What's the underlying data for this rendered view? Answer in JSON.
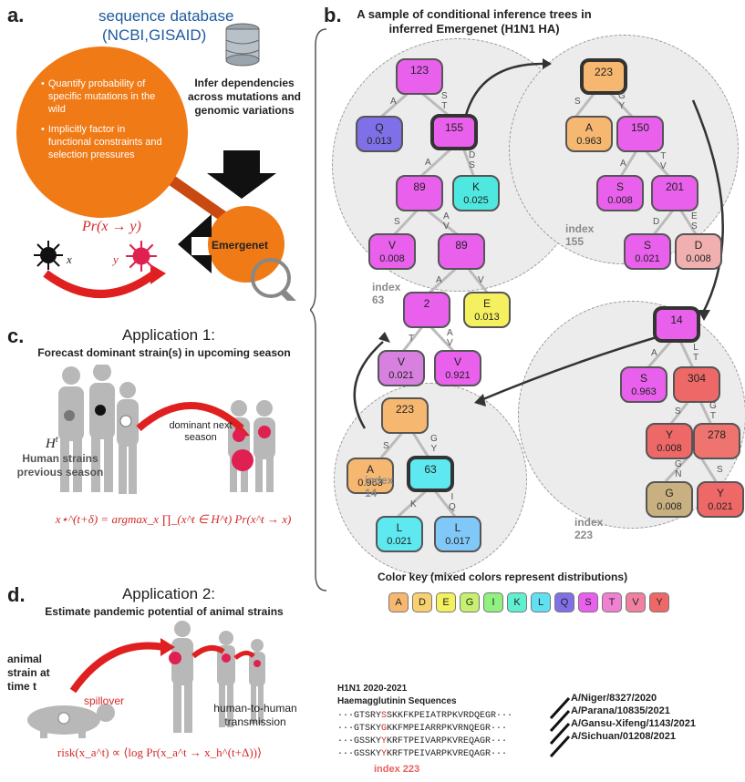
{
  "panel_a": {
    "label": "a.",
    "database_title": "sequence database",
    "database_sub": "(NCBI,GISAID)",
    "infer_text": "Infer dependencies across mutations and genomic variations",
    "bullets": [
      "Quantify probability of specific mutations in the wild",
      "Implicitly factor in functional constraints and selection pressures"
    ],
    "emergenet_label": "Emergenet",
    "formula": "Pr(x → y)",
    "x_label": "x",
    "y_label": "y",
    "colors": {
      "orange": "#f07a16",
      "red": "#e02020"
    }
  },
  "panel_b": {
    "label": "b.",
    "title": "A sample of conditional inference trees in inferred Emergenet (H1N1 HA)",
    "trees": [
      {
        "index_label": "index\n63",
        "nodes": [
          {
            "id": "123",
            "text": "123",
            "value": "",
            "color": "#e860ec",
            "bold": false
          },
          {
            "id": "Q",
            "text": "Q",
            "value": "0.013",
            "color": "#8070e8",
            "bold": false
          },
          {
            "id": "155",
            "text": "155",
            "value": "",
            "color": "#e860ec",
            "bold": true
          },
          {
            "id": "89a",
            "text": "89",
            "value": "",
            "color": "#e860ec",
            "bold": false
          },
          {
            "id": "K",
            "text": "K",
            "value": "0.025",
            "color": "#4fe8e0",
            "bold": false
          },
          {
            "id": "V1",
            "text": "V",
            "value": "0.008",
            "color": "#e860ec",
            "bold": false
          },
          {
            "id": "89b",
            "text": "89",
            "value": "",
            "color": "#e860ec",
            "bold": false
          },
          {
            "id": "2",
            "text": "2",
            "value": "",
            "color": "#e860ec",
            "bold": false
          },
          {
            "id": "E",
            "text": "E",
            "value": "0.013",
            "color": "#f4f060",
            "bold": false
          },
          {
            "id": "V2",
            "text": "V",
            "value": "0.021",
            "color": "#d880e0",
            "bold": false
          },
          {
            "id": "V3",
            "text": "V",
            "value": "0.921",
            "color": "#e860ec",
            "bold": false
          }
        ],
        "edges": [
          "A",
          "S\nT",
          "A",
          "D\nS",
          "S",
          "A\nV",
          "A",
          "V",
          "T",
          "A\nV"
        ]
      },
      {
        "index_label": "index\n155",
        "nodes": [
          {
            "id": "223",
            "text": "223",
            "value": "",
            "color": "#f6b870",
            "bold": true
          },
          {
            "id": "A",
            "text": "A",
            "value": "0.963",
            "color": "#f6b870",
            "bold": false
          },
          {
            "id": "150",
            "text": "150",
            "value": "",
            "color": "#e860ec",
            "bold": false
          },
          {
            "id": "S",
            "text": "S",
            "value": "0.008",
            "color": "#e860ec",
            "bold": false
          },
          {
            "id": "201",
            "text": "201",
            "value": "",
            "color": "#e860ec",
            "bold": false
          },
          {
            "id": "S2",
            "text": "S",
            "value": "0.021",
            "color": "#e860ec",
            "bold": false
          },
          {
            "id": "D",
            "text": "D",
            "value": "0.008",
            "color": "#f0b0b0",
            "bold": false
          }
        ],
        "edges": [
          "S",
          "G\nY",
          "A",
          "T\nV",
          "D",
          "E\nS"
        ]
      },
      {
        "index_label": "index\n223",
        "nodes": [
          {
            "id": "14",
            "text": "14",
            "value": "",
            "color": "#e860ec",
            "bold": true
          },
          {
            "id": "S",
            "text": "S",
            "value": "0.963",
            "color": "#e860ec",
            "bold": false
          },
          {
            "id": "304",
            "text": "304",
            "value": "",
            "color": "#ef6868",
            "bold": false
          },
          {
            "id": "Y",
            "text": "Y",
            "value": "0.008",
            "color": "#ef6868",
            "bold": false
          },
          {
            "id": "278",
            "text": "278",
            "value": "",
            "color": "#ef7470",
            "bold": false
          },
          {
            "id": "G",
            "text": "G",
            "value": "0.008",
            "color": "#c8b080",
            "bold": false
          },
          {
            "id": "Y2",
            "text": "Y",
            "value": "0.021",
            "color": "#ef6868",
            "bold": false
          }
        ],
        "edges": [
          "A",
          "L\nT",
          "S",
          "G\nT",
          "G\nN",
          "S"
        ]
      },
      {
        "index_label": "index\n14",
        "nodes": [
          {
            "id": "223",
            "text": "223",
            "value": "",
            "color": "#f6b870",
            "bold": false
          },
          {
            "id": "A",
            "text": "A",
            "value": "0.963",
            "color": "#f6b870",
            "bold": false
          },
          {
            "id": "63",
            "text": "63",
            "value": "",
            "color": "#5ee8f0",
            "bold": true
          },
          {
            "id": "L",
            "text": "L",
            "value": "0.021",
            "color": "#5ee8f0",
            "bold": false
          },
          {
            "id": "L2",
            "text": "L",
            "value": "0.017",
            "color": "#80c8f8",
            "bold": false
          }
        ],
        "edges": [
          "S",
          "G\nY",
          "K",
          "I\nQ"
        ]
      }
    ]
  },
  "color_key": {
    "title": "Color key (mixed colors represent distributions)",
    "items": [
      {
        "letter": "A",
        "color": "#f6b870"
      },
      {
        "letter": "D",
        "color": "#f8d070"
      },
      {
        "letter": "E",
        "color": "#f4f060"
      },
      {
        "letter": "G",
        "color": "#c8f070"
      },
      {
        "letter": "I",
        "color": "#90f080"
      },
      {
        "letter": "K",
        "color": "#60f0d0"
      },
      {
        "letter": "L",
        "color": "#60e0f0"
      },
      {
        "letter": "Q",
        "color": "#8070e8"
      },
      {
        "letter": "S",
        "color": "#e860ec"
      },
      {
        "letter": "T",
        "color": "#f080d0"
      },
      {
        "letter": "V",
        "color": "#f080a0"
      },
      {
        "letter": "Y",
        "color": "#ef6868"
      }
    ]
  },
  "panel_c": {
    "label": "c.",
    "title": "Application 1:",
    "subtitle": "Forecast dominant strain(s) in upcoming season",
    "h_label": "H",
    "h_sup": "t",
    "human_strains": "Human strains previous season",
    "dominant": "dominant next season",
    "formula": "x⋆^(t+δ) = argmax_x ∏_(x^t ∈ H^t) Pr(x^t → x)"
  },
  "panel_d": {
    "label": "d.",
    "title": "Application 2:",
    "subtitle": "Estimate pandemic potential of animal strains",
    "animal_strain": "animal strain at time t",
    "spillover": "spillover",
    "transmission": "human-to-human transmission",
    "formula": "risk(x_a^t) ∝ ⟨log Pr(x_a^t → x_h^(t+Δ))⟩"
  },
  "sequences": {
    "header1": "H1N1 2020-2021",
    "header2": "Haemagglutinin Sequences",
    "rows": [
      {
        "pre": "···GTSRY",
        "mut": "S",
        "post": "SKKFKPEIATRPKVRDQEGR···",
        "strain": "A/Niger/8327/2020"
      },
      {
        "pre": "···GTSKY",
        "mut": "G",
        "post": "KKFMPEIARRPKVRNQEGR···",
        "strain": "A/Parana/10835/2021"
      },
      {
        "pre": "···GSSKY",
        "mut": "Y",
        "post": "KRFTPEIVARPKVREQAGR···",
        "strain": "A/Gansu-Xifeng/1143/2021"
      },
      {
        "pre": "···GSSKY",
        "mut": "Y",
        "post": "KRFTPEIVARPKVREQAGR···",
        "strain": "A/Sichuan/01208/2021"
      }
    ],
    "index_label": "index 223"
  }
}
